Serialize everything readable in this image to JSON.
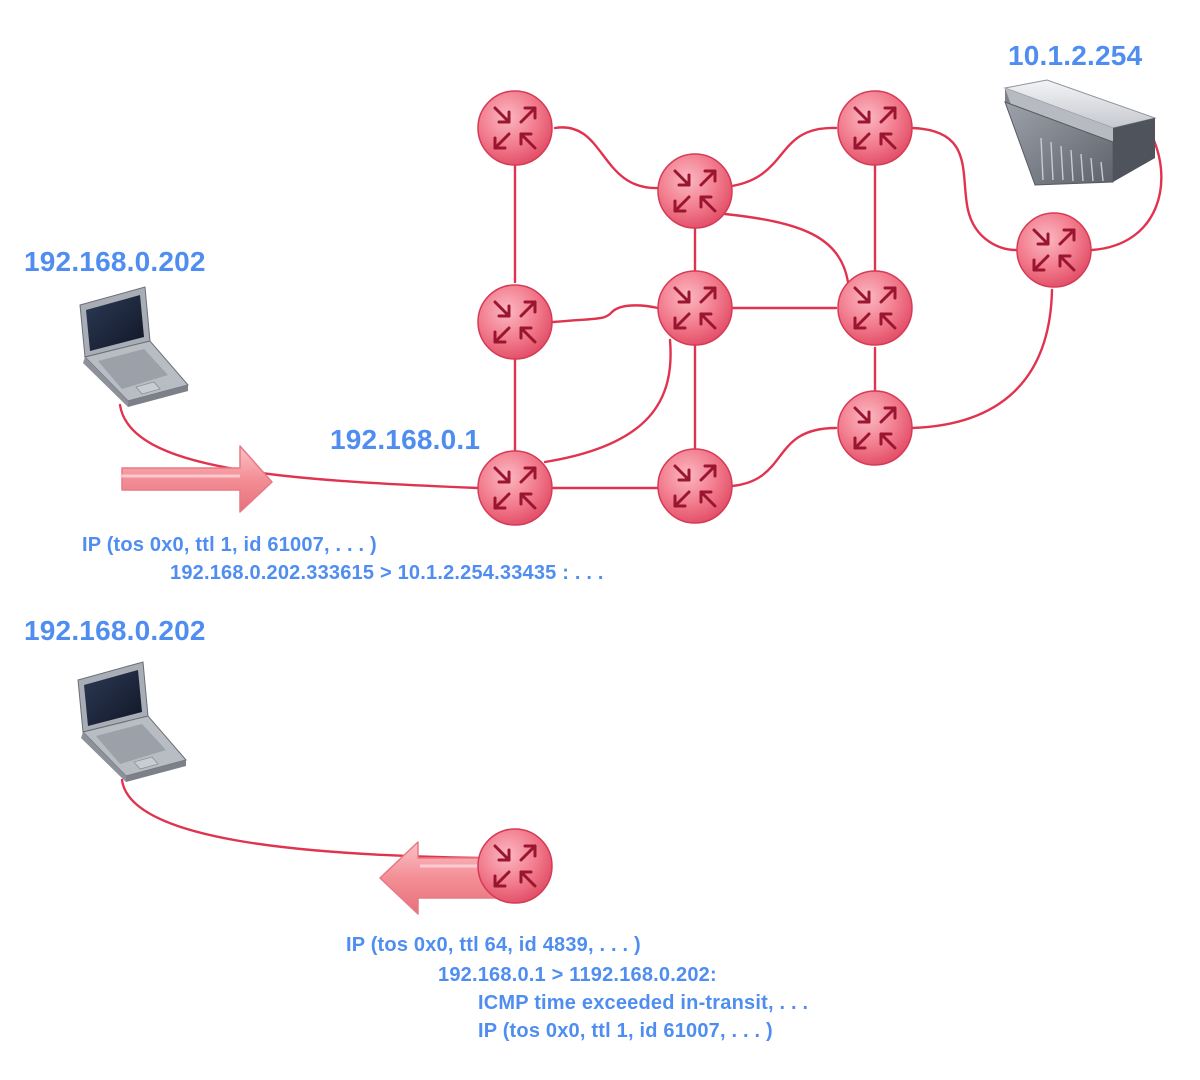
{
  "labels": {
    "laptop_top": "192.168.0.202",
    "laptop_bottom": "192.168.0.202",
    "gateway": "192.168.0.1",
    "server": "10.1.2.254"
  },
  "probe_packet": {
    "line1": "IP   (tos 0x0,  ttl 1,  id 61007, . . . )",
    "line2": "192.168.0.202.333615 > 10.1.2.254.33435 : . . ."
  },
  "reply_packet": {
    "line1": "IP   (tos 0x0,  ttl 64,  id 4839, . . . )",
    "line2": "192.168.0.1 > 1192.168.0.202:",
    "line3": "ICMP time exceeded in-transit, . . .",
    "line4": "IP   (tos 0x0,  ttl 1,  id 61007, . . . )"
  },
  "colors": {
    "label_blue": "#4f8ef0",
    "link_red": "#e0334f",
    "router_fill": "#f27d8e",
    "router_dark": "#9a1630",
    "arrow_fill": "#f48e96"
  }
}
